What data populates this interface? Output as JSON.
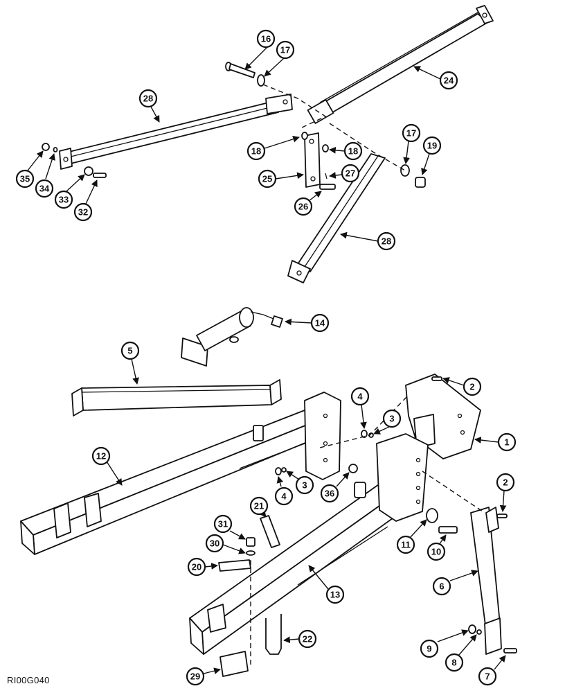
{
  "figure_code": "RI00G040",
  "colors": {
    "ink": "#111111",
    "paper": "#ffffff"
  },
  "callouts": [
    "16",
    "17",
    "24",
    "28",
    "18",
    "18",
    "17",
    "19",
    "35",
    "34",
    "33",
    "32",
    "25",
    "27",
    "26",
    "28",
    "14",
    "5",
    "2",
    "4",
    "3",
    "1",
    "12",
    "3",
    "4",
    "36",
    "2",
    "21",
    "31",
    "30",
    "11",
    "10",
    "20",
    "13",
    "6",
    "9",
    "8",
    "22",
    "7",
    "29"
  ]
}
